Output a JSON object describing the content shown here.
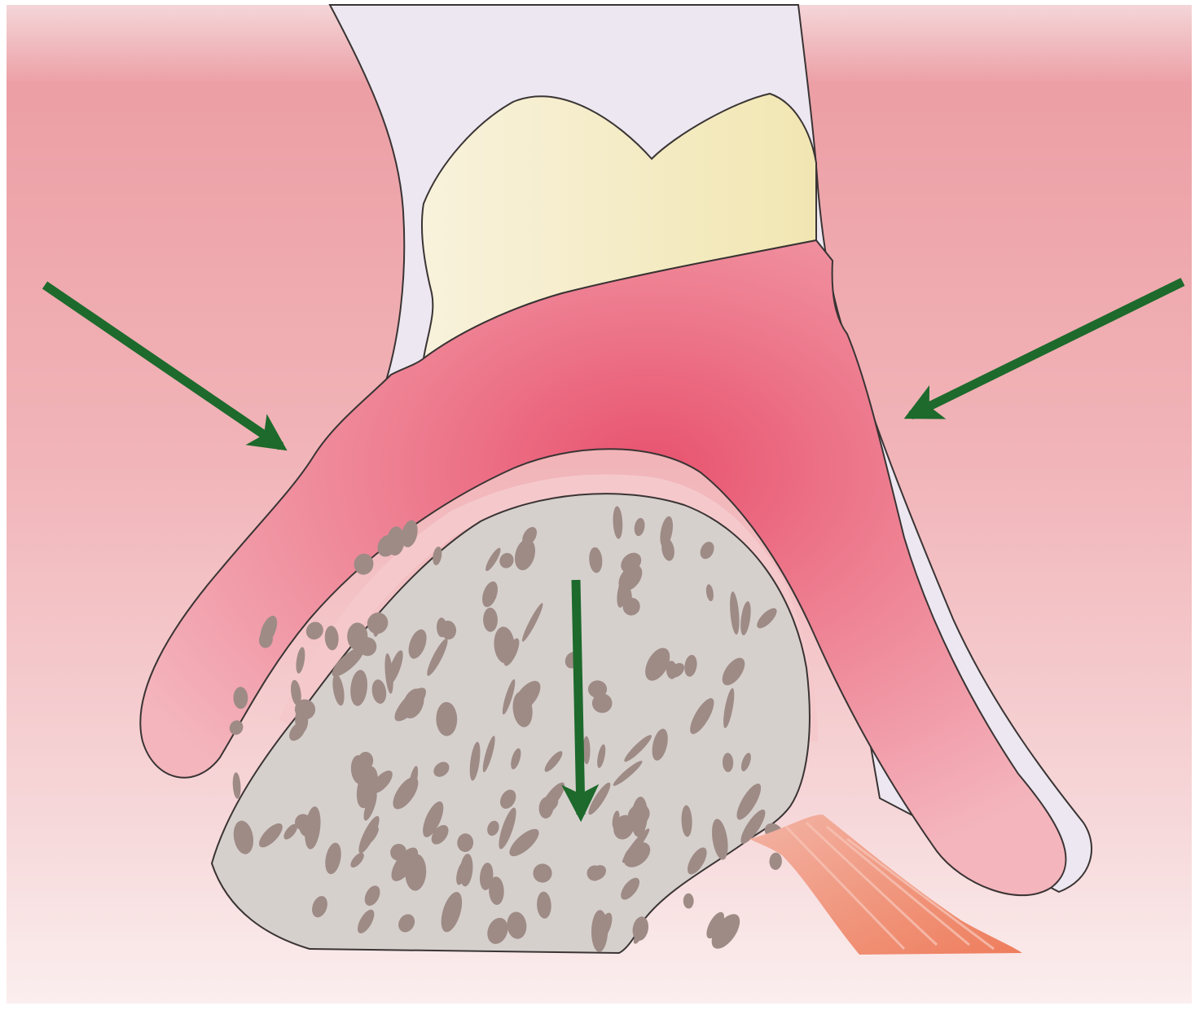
{
  "diagram": {
    "type": "anatomical-illustration",
    "labels": [],
    "arrows": [
      {
        "name": "left-arrow",
        "direction": "down-right"
      },
      {
        "name": "right-arrow",
        "direction": "down-left"
      },
      {
        "name": "center-arrow",
        "direction": "down"
      }
    ],
    "colors": {
      "background": "#f2c4c6",
      "background_top": "#ec9ea4",
      "flange": "#ea6d82",
      "flange_light": "#f2a9b3",
      "tooth": "#f4ecc8",
      "lip_space": "#ece7f0",
      "bone": "#d5cfcc",
      "trabecula": "#9e8b86",
      "muscle": "#ef8e74",
      "arrow": "#1d6a2c",
      "outline": "#3a3434"
    }
  }
}
